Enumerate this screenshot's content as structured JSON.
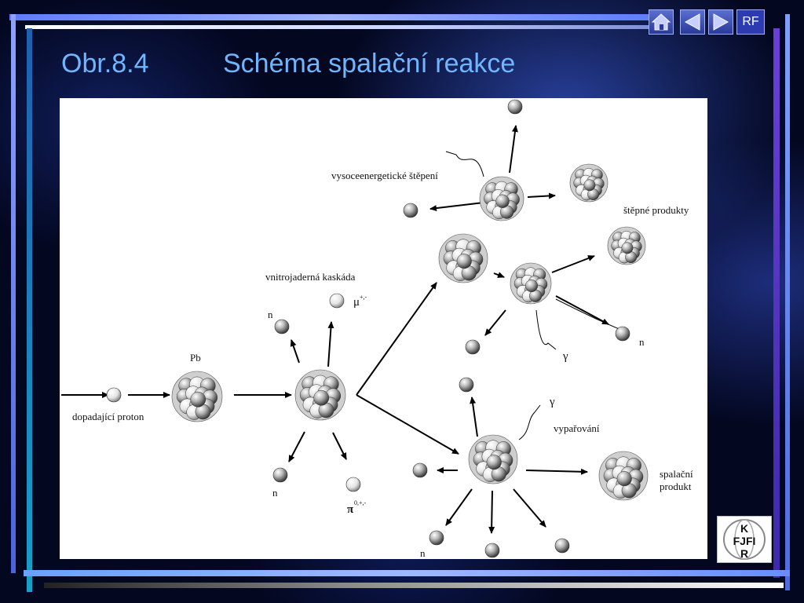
{
  "title": {
    "number": "Obr.8.4",
    "text": "Schéma spalační reakce"
  },
  "nav": {
    "rf_label": "RF"
  },
  "labels": {
    "incident_proton": "dopadající proton",
    "pb": "Pb",
    "cascade": "vnitrojaderná kaskáda",
    "muon": "μ",
    "muon_charge": "+,-",
    "pion": "π",
    "pion_charge": "0,+,-",
    "n_cascade_top": "n",
    "n_cascade_bottom": "n",
    "high_energy_fission": "vysoceenergetické štěpení",
    "fission_products": "štěpné produkty",
    "n_fission": "n",
    "gamma_fission": "γ",
    "evaporation": "vypařování",
    "gamma_evap": "γ",
    "spallation_product_1": "spalační",
    "spallation_product_2": "produkt",
    "n_evap": "n"
  },
  "logo": {
    "text_top": "K",
    "text_mid": "FJFI",
    "text_bot": "R"
  },
  "colors": {
    "title": "#6fb6ff",
    "accent": "#5c7dff"
  }
}
